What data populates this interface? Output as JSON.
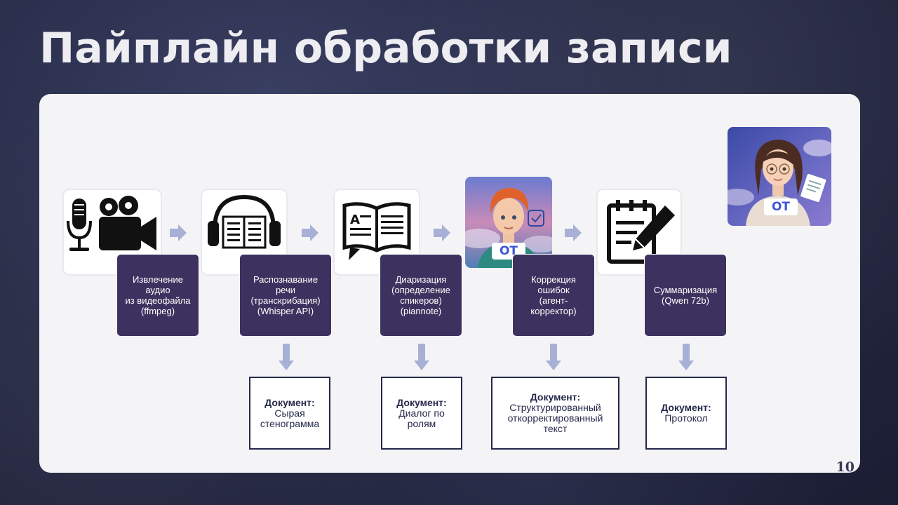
{
  "title": "Пайплайн обработки записи",
  "page_number": "10",
  "steps": [
    {
      "label": "Извлечение\nаудио\nиз видеофайла\n(ffmpeg)",
      "icon": "mic-camera-icon"
    },
    {
      "label": "Распознавание\nречи\n(транскрибация)\n(Whisper API)",
      "icon": "headphones-book-icon"
    },
    {
      "label": "Диаризация\n(определение\nспикеров)\n(piannote)",
      "icon": "open-book-speech-icon"
    },
    {
      "label": "Коррекция\nошибок\n(агент-\nкорректор)",
      "icon": "agent-avatar-icon"
    },
    {
      "label": "Суммаризация\n(Qwen 72b)",
      "icon": "notepad-pencil-icon"
    }
  ],
  "documents": [
    {
      "heading": "Документ:",
      "text": "Сырая\nстенограмма"
    },
    {
      "heading": "Документ:",
      "text": "Диалог по\nролям"
    },
    {
      "heading": "Документ:",
      "text": "Структурированный\nоткорректированный\nтекст"
    },
    {
      "heading": "Документ:",
      "text": "Протокол"
    }
  ],
  "avatar_badge_text": "OT",
  "colors": {
    "step_box": "#3d325f",
    "arrow": "#a8b0d6",
    "doc_border": "#24284a",
    "badge_text": "#3e56d6"
  }
}
